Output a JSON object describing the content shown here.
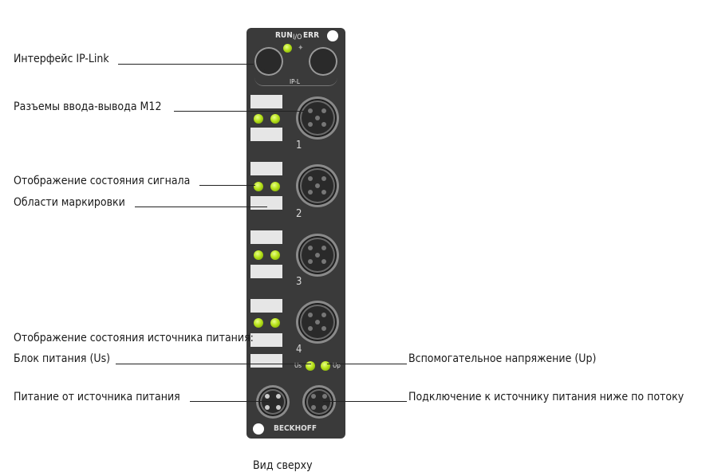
{
  "callouts_left": [
    {
      "text": "Интерфейс IP-Link"
    },
    {
      "text": "Разъемы ввода-вывода M12"
    },
    {
      "text": "Отображение состояния сигнала"
    },
    {
      "text": "Области маркировки"
    },
    {
      "text": "Отображение состояния источника питания:"
    },
    {
      "text": "Блок питания (Us)"
    },
    {
      "text": "Питание от источника питания"
    }
  ],
  "callouts_right": [
    {
      "text": "Вспомогательное напряжение (Up)"
    },
    {
      "text": "Подключение к источнику питания ниже по потоку"
    }
  ],
  "device": {
    "status_labels": {
      "run": "RUN",
      "io": "I/O",
      "err": "ERR"
    },
    "iplink_label": "IP-L",
    "port_numbers": [
      "1",
      "2",
      "3",
      "4"
    ],
    "us_label": "Us",
    "up_label": "Up",
    "brand": "BECKHOFF"
  },
  "caption": "Вид сверху"
}
